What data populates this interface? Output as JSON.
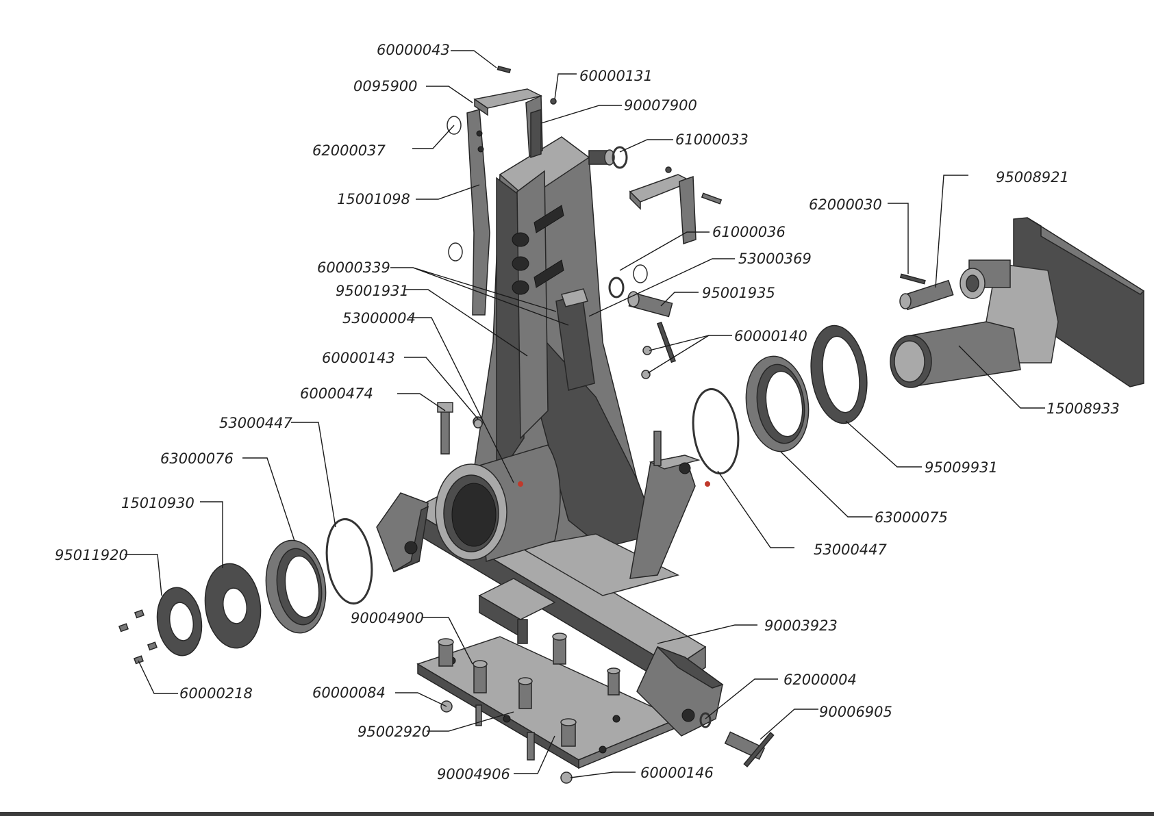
{
  "diagram": {
    "kind": "exploded-assembly-drawing",
    "labels": {
      "p60000043": "60000043",
      "p0095900": "0095900",
      "p60000131": "60000131",
      "p90007900": "90007900",
      "p61000033": "61000033",
      "p62000037": "62000037",
      "p15001098": "15001098",
      "p61000036": "61000036",
      "p53000369": "53000369",
      "p60000339": "60000339",
      "p95001931": "95001931",
      "p95001935": "95001935",
      "p53000004": "53000004",
      "p60000140": "60000140",
      "p60000143": "60000143",
      "p60000474": "60000474",
      "p53000447a": "53000447",
      "p63000076": "63000076",
      "p15010930": "15010930",
      "p95011920": "95011920",
      "p60000218": "60000218",
      "p90004900": "90004900",
      "p60000084": "60000084",
      "p95002920": "95002920",
      "p90004906": "90004906",
      "p60000146": "60000146",
      "p62000030": "62000030",
      "p95008921": "95008921",
      "p15008933": "15008933",
      "p95009931": "95009931",
      "p63000075": "63000075",
      "p53000447b": "53000447",
      "p90003923": "90003923",
      "p62000004": "62000004",
      "p90006905": "90006905"
    }
  }
}
